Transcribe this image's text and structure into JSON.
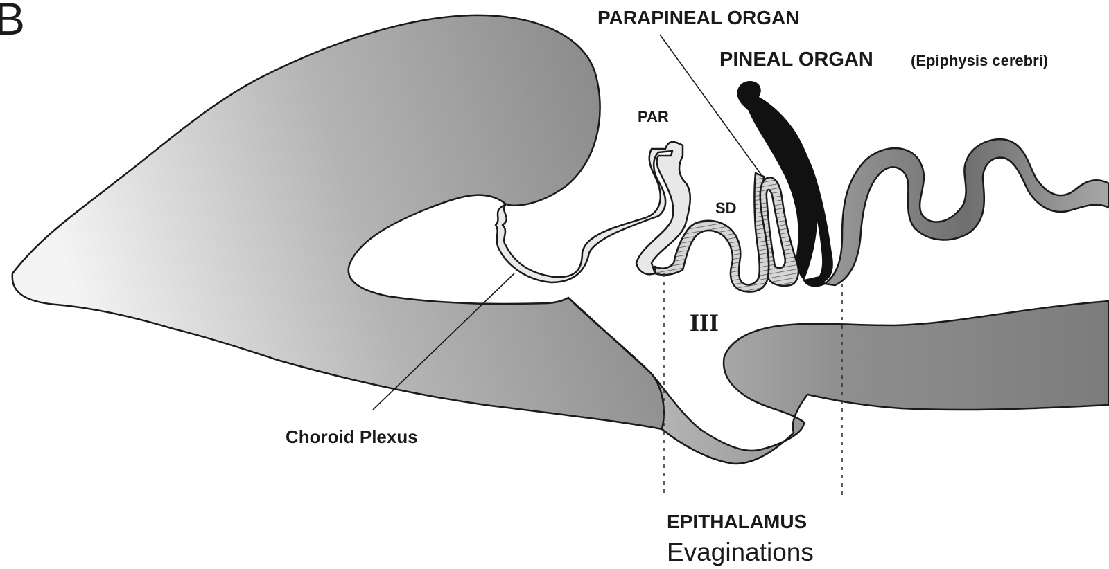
{
  "panel_letter": "B",
  "labels": {
    "parapineal_organ": "PARAPINEAL ORGAN",
    "pineal_organ": "PINEAL ORGAN",
    "pineal_organ_synonym": "(Epiphysis cerebri)",
    "par": "PAR",
    "sd": "SD",
    "third_ventricle": "III",
    "choroid_plexus": "Choroid Plexus",
    "epithalamus": "EPITHALAMUS",
    "evaginations": "Evaginations"
  },
  "colors": {
    "tissue_dark": "#8a8a8a",
    "tissue_light": "#f2f2f2",
    "par_fill": "#ececec",
    "pineal_fill": "#111111",
    "outline": "#1a1a1a"
  }
}
